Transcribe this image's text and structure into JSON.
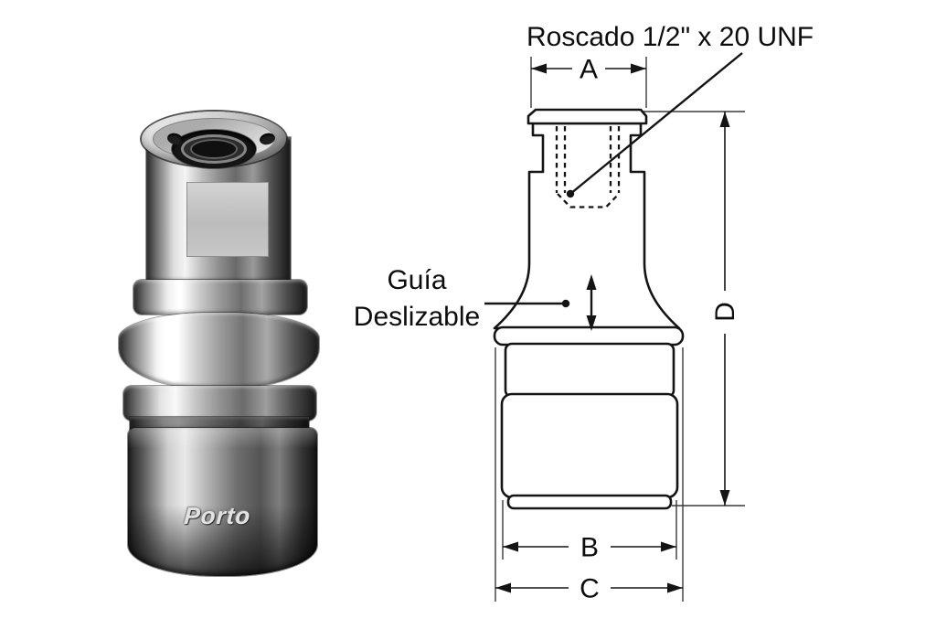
{
  "drawing": {
    "thread_label": "Roscado 1/2\" x 20 UNF",
    "guide_label_line1": "Guía",
    "guide_label_line2": "Deslizable",
    "dim_a": "A",
    "dim_b": "B",
    "dim_c": "C",
    "dim_d": "D"
  },
  "photo": {
    "logo": "Porto"
  },
  "colors": {
    "line_color": "#141414",
    "background": "#ffffff"
  }
}
